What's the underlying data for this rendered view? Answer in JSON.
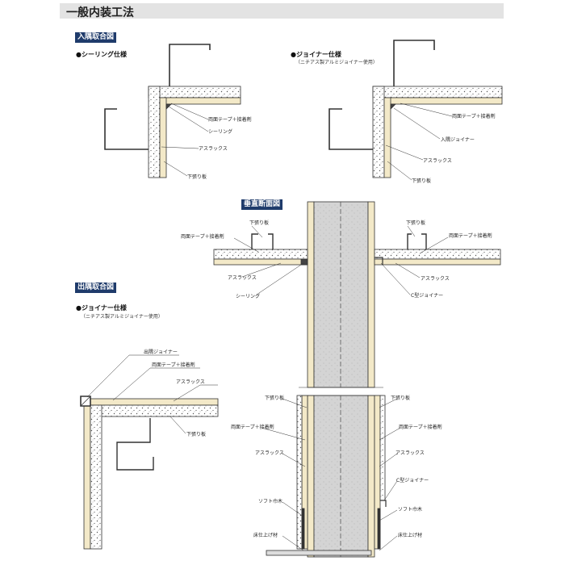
{
  "page": {
    "title": "一般内装工法"
  },
  "sections": {
    "inside_corner": {
      "tag": "入隅取合図",
      "left": {
        "heading": "●シーリング仕様",
        "labels": [
          "両面テープ＋接着剤",
          "シーリング",
          "アスラックス",
          "下張り板"
        ]
      },
      "right": {
        "heading": "●ジョイナー仕様",
        "note": "（ニチアス製アルミジョイナー使用）",
        "labels": [
          "両面テープ＋接着剤",
          "入隅ジョイナー",
          "アスラックス",
          "下張り板"
        ]
      }
    },
    "vertical_section": {
      "tag": "垂直断面図",
      "top_left": [
        "下張り板",
        "両面テープ＋接着剤",
        "アスラックス",
        "シーリング"
      ],
      "top_right": [
        "下張り板",
        "両面テープ＋接着剤",
        "アスラックス",
        "C型ジョイナー"
      ],
      "bottom_left": [
        "下張り板",
        "両面テープ＋接着剤",
        "アスラックス",
        "ソフト巾木",
        "床仕上げ材"
      ],
      "bottom_right": [
        "下張り板",
        "両面テープ＋接着剤",
        "アスラックス",
        "C型ジョイナー",
        "ソフト巾木",
        "床仕上げ材"
      ]
    },
    "outside_corner": {
      "tag": "出隅取合図",
      "heading": "●ジョイナー仕様",
      "note": "（ニチアス製アルミジョイナー使用）",
      "labels": [
        "出隅ジョイナー",
        "両面テープ＋接着剤",
        "アスラックス",
        "下張り板"
      ]
    }
  },
  "colors": {
    "board": "#f3e9c8",
    "panel": "#ffffff",
    "column": "#d8d8d8",
    "tag": "#1f3b6b",
    "stroke": "#333333"
  }
}
